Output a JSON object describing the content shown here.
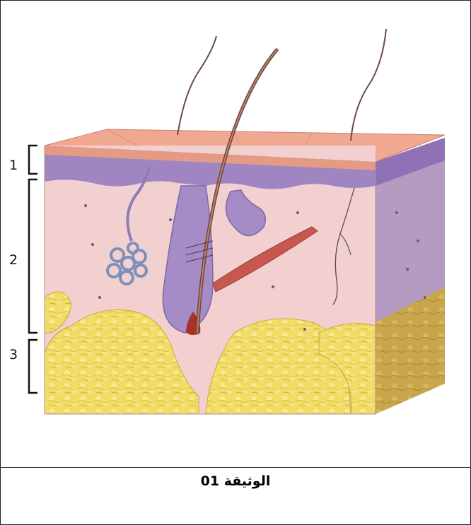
{
  "layers": [
    {
      "number": "1"
    },
    {
      "number": "2"
    },
    {
      "number": "3"
    }
  ],
  "caption": "الوثيقة 01"
}
